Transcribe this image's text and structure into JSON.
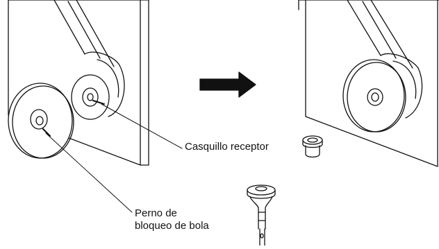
{
  "callouts": {
    "receptor_bushing": "Casquillo receptor",
    "ball_lock_pin_line1": "Perno de",
    "ball_lock_pin_line2": "bloqueo de bola"
  },
  "colors": {
    "ink": "#111111",
    "background": "#ffffff"
  },
  "icons": {
    "arrow": "right-arrow-icon"
  }
}
